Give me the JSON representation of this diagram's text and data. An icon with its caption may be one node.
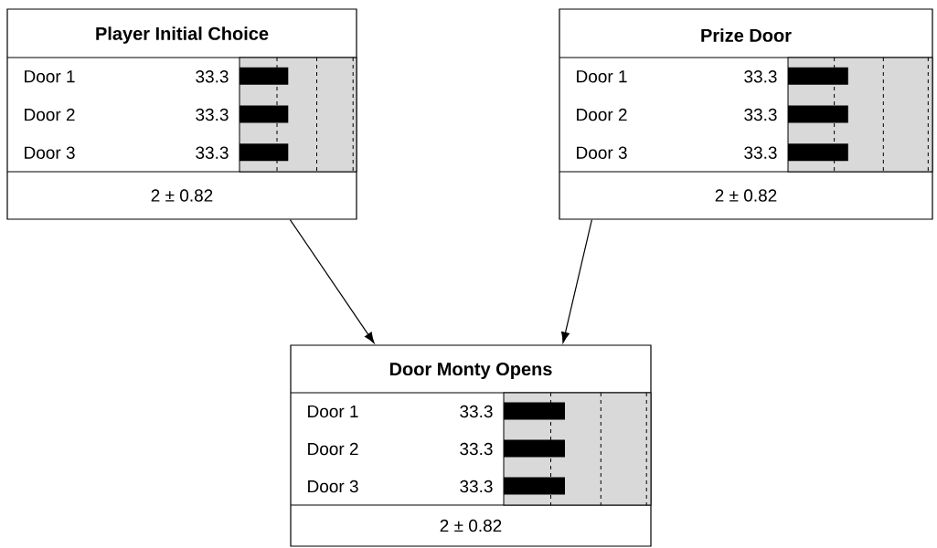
{
  "diagram": {
    "nodes": [
      {
        "text": [
          "Player Initial Choice",
          "Door 1",
          "33.3",
          "Door 2",
          "33.3",
          "Door 3",
          "33.3",
          "2 ± 0.82"
        ]
      },
      {
        "text": [
          "Prize Door",
          "Door 1",
          "33.3",
          "Door 2",
          "33.3",
          "Door 3",
          "33.3",
          "2 ± 0.82"
        ]
      },
      {
        "text": [
          "Door Monty Opens",
          "Door 1",
          "33.3",
          "Door 2",
          "33.3",
          "Door 3",
          "33.3",
          "2 ± 0.82"
        ]
      }
    ],
    "edges": [
      {
        "from": 0,
        "to": 2,
        "arrow": "to"
      },
      {
        "from": 1,
        "to": 2,
        "arrow": "to"
      }
    ]
  }
}
